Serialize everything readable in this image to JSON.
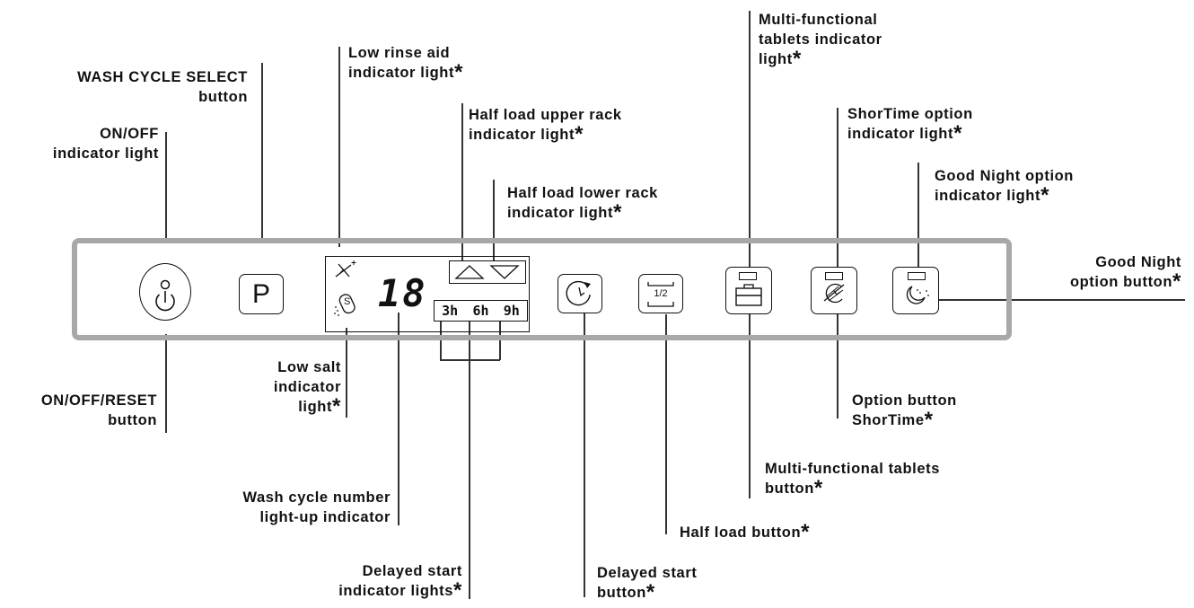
{
  "labels": {
    "on_off_indicator": {
      "line1": "ON/OFF",
      "line2": "indicator light",
      "asterisk": ""
    },
    "wash_cycle_select": {
      "line1": "WASH CYCLE SELECT",
      "line2": "button",
      "asterisk": ""
    },
    "low_rinse_aid": {
      "line1": "Low rinse aid",
      "line2": "indicator light",
      "asterisk": "*"
    },
    "half_load_upper": {
      "line1": "Half load upper rack",
      "line2": "indicator light",
      "asterisk": "*"
    },
    "half_load_lower": {
      "line1": "Half load lower rack",
      "line2": "indicator light",
      "asterisk": "*"
    },
    "multi_tablets_indicator": {
      "line1": "Multi-functional",
      "line2": "tablets indicator",
      "line3": "light",
      "asterisk": "*"
    },
    "shortime_indicator": {
      "line1": "ShorTime option",
      "line2": "indicator light",
      "asterisk": "*"
    },
    "good_night_indicator": {
      "line1": "Good Night option",
      "line2": "indicator light",
      "asterisk": "*"
    },
    "good_night_button": {
      "line1": "Good Night",
      "line2": "option button",
      "asterisk": "*"
    },
    "on_off_reset": {
      "line1": "ON/OFF/RESET",
      "line2": "button",
      "asterisk": ""
    },
    "low_salt": {
      "line1": "Low salt",
      "line2": "indicator",
      "line3": "light",
      "asterisk": "*"
    },
    "wash_cycle_number": {
      "line1": "Wash cycle number",
      "line2": "light-up indicator",
      "asterisk": ""
    },
    "delayed_start_indicators": {
      "line1": "Delayed start",
      "line2": "indicator lights",
      "asterisk": "*"
    },
    "delayed_start_button": {
      "line1": "Delayed start",
      "line2": "button",
      "asterisk": "*"
    },
    "half_load_button": {
      "line1": "Half load button",
      "asterisk": "*"
    },
    "multi_tablets_button": {
      "line1": "Multi-functional tablets",
      "line2": "button",
      "asterisk": "*"
    },
    "option_shortime": {
      "line1": "Option button",
      "line2": "ShorTime",
      "asterisk": "*"
    }
  },
  "panel": {
    "program_button_glyph": "P",
    "cycle_number": "18",
    "delay_hours": [
      "3h",
      "6h",
      "9h"
    ],
    "half_load_glyph": "1/2",
    "salt_glyph": "S"
  }
}
